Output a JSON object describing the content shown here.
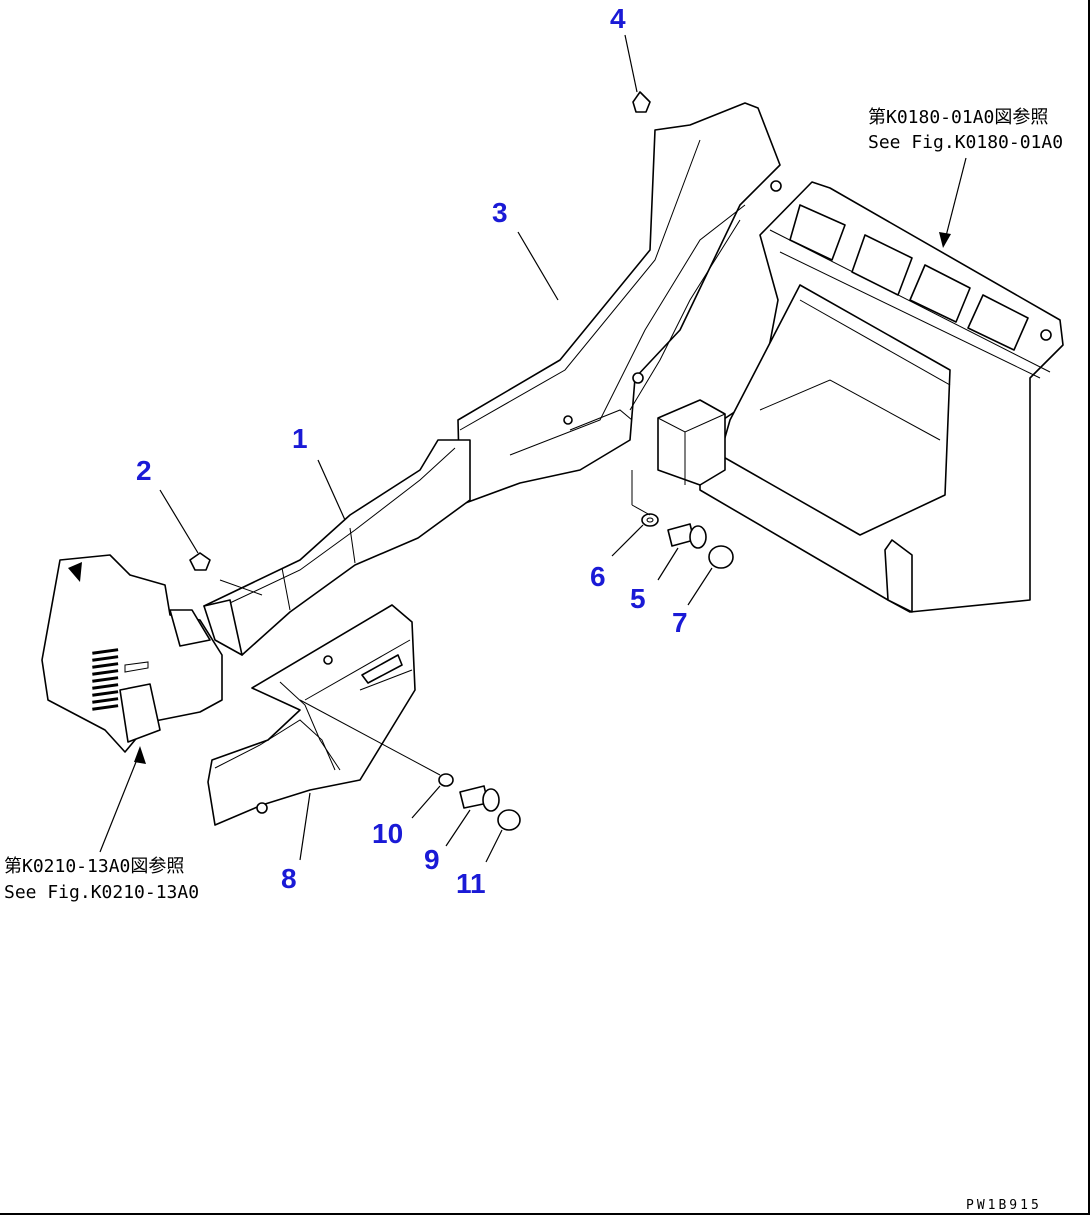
{
  "callouts": [
    "1",
    "2",
    "3",
    "4",
    "5",
    "6",
    "7",
    "8",
    "9",
    "10",
    "11"
  ],
  "references": {
    "top_right": {
      "jp": "第K0180-01A0図参照",
      "en": "See Fig.K0180-01A0"
    },
    "bottom_left": {
      "jp": "第K0210-13A0図参照",
      "en": "See Fig.K0210-13A0"
    }
  },
  "drawing_code": "PW1B915",
  "colors": {
    "callout": "#1a1ad6",
    "line": "#000000",
    "background": "#ffffff"
  }
}
